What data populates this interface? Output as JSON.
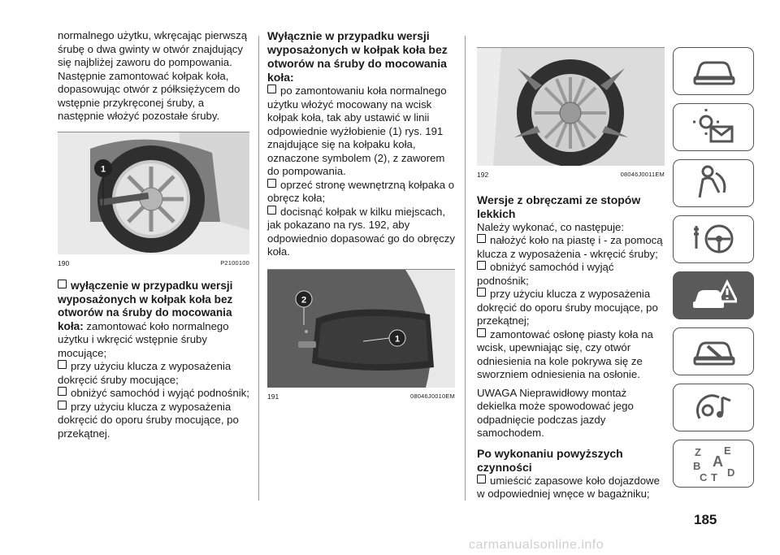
{
  "col1": {
    "intro": "normalnego użytku, wkręcając pierwszą śrubę o dwa gwinty w otwór znajdujący się najbliżej zaworu do pompowania. Następnie zamontować kołpak koła, dopasowując otwór z półksiężycem do wstępnie przykręconej śruby, a następnie włożyć pozostałe śruby.",
    "fig": {
      "number": "190",
      "code": "P2100100",
      "callout": "1"
    },
    "item_heading": "wyłączenie w przypadku wersji wyposażonych w kołpak koła bez otworów na śruby do mocowania koła:",
    "item_heading_rest": " zamontować koło normalnego użytku i wkręcić wstępnie śruby mocujące;",
    "items": [
      "przy użyciu klucza z wyposażenia dokręcić śruby mocujące;",
      "obniżyć samochód i wyjąć podnośnik;",
      "przy użyciu klucza z wyposażenia dokręcić do oporu śruby mocujące, po przekątnej."
    ]
  },
  "col2": {
    "heading": "Wyłącznie w przypadku wersji wyposażonych w kołpak koła bez otworów na śruby do mocowania koła:",
    "items": [
      "po zamontowaniu koła normalnego użytku włożyć mocowany na wcisk kołpak koła, tak aby ustawić w linii odpowiednie wyżłobienie (1) rys. 191 znajdujące się na kołpaku koła, oznaczone symbolem (2), z zaworem do pompowania.",
      "oprzeć stronę wewnętrzną kołpaka o obręcz koła;",
      "docisnąć kołpak w kilku miejscach, jak pokazano na rys. 192, aby odpowiednio dopasować go do obręczy koła."
    ],
    "fig": {
      "number": "191",
      "code": "08046J0010EM",
      "callout1": "2",
      "callout2": "1"
    }
  },
  "col3": {
    "fig": {
      "number": "192",
      "code": "08046J0011EM"
    },
    "heading1": "Wersje z obręczami ze stopów lekkich",
    "intro1": "Należy wykonać, co następuje:",
    "items1": [
      "nałożyć koło na piastę i - za pomocą klucza z wyposażenia - wkręcić śruby;",
      "obniżyć samochód i wyjąć podnośnik;",
      "przy użyciu klucza z wyposażenia dokręcić do oporu śruby mocujące, po przekątnej;",
      "zamontować osłonę piasty koła na wcisk, upewniając się, czy otwór odniesienia na kole pokrywa się ze sworzniem odniesienia na osłonie."
    ],
    "note": "UWAGA Nieprawidłowy montaż dekielka może spowodować jego odpadnięcie podczas jazdy samochodem.",
    "heading2": "Po wykonaniu powyższych czynności",
    "items2": [
      "umieścić zapasowe koło dojazdowe w odpowiedniej wnęce w bagażniku;"
    ]
  },
  "sidebar": {
    "icons": [
      "dashboard-icon",
      "warning-lights-icon",
      "safety-airbag-icon",
      "steering-wheel-key-icon",
      "emergency-car-icon",
      "wrench-car-icon",
      "multimedia-icon",
      "index-icon"
    ],
    "active_index": 4,
    "index_letters": [
      "Z",
      "E",
      "B",
      "A",
      "C",
      "T",
      "D"
    ]
  },
  "page_number": "185",
  "watermark": "carmanualsonline.info",
  "colors": {
    "active_tab": "#5a5a5a",
    "text": "#1a1a1a",
    "callout": "#222222"
  }
}
